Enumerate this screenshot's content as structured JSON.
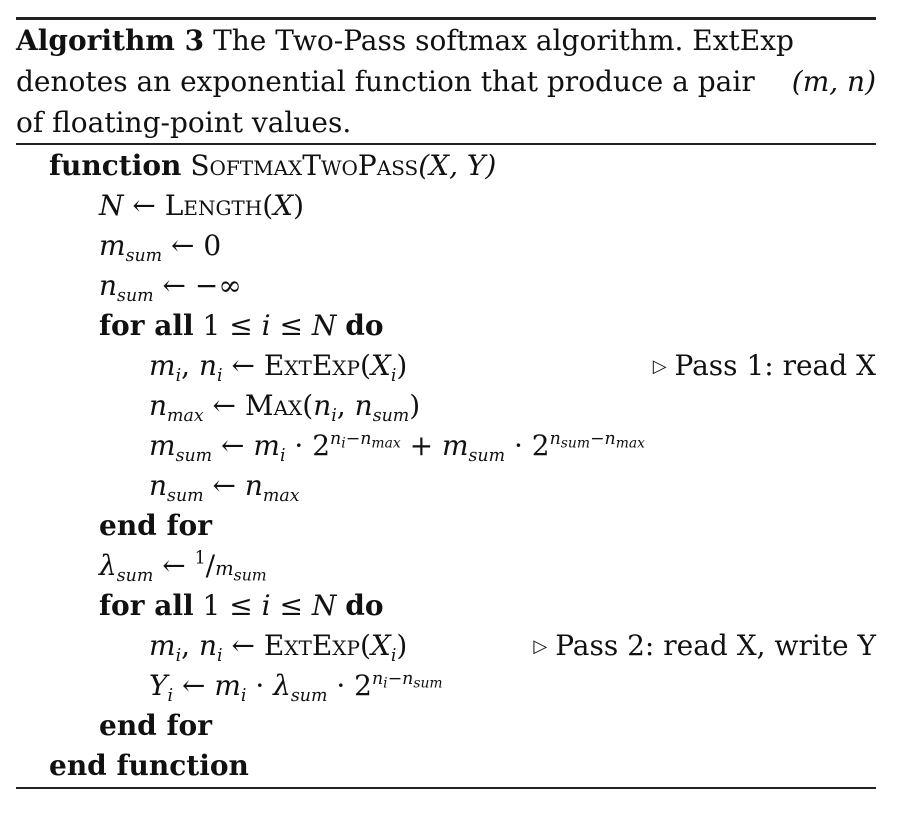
{
  "caption": {
    "label": "Algorithm 3",
    "line1": "The Two-Pass softmax algorithm.  ExtExp",
    "line2": "denotes an exponential function that produce a pair",
    "pair": "(m, n)",
    "line3": "of floating-point values."
  },
  "algorithm": {
    "function_kw": "function",
    "function_name": "SoftmaxTwoPass",
    "function_args": "(X, Y)",
    "length_name": "Length",
    "extexp_name": "ExtExp",
    "max_name": "Max",
    "for_all_kw": "for all",
    "do_kw": "do",
    "end_for_kw": "end for",
    "end_function_kw": "end function",
    "comment_pass1": "Pass 1: read X",
    "comment_pass2": "Pass 2: read X, write Y"
  }
}
